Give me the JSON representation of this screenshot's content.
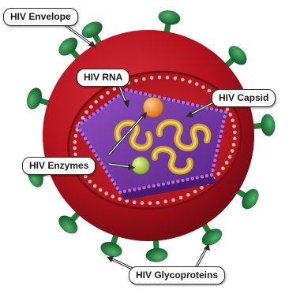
{
  "labels": {
    "envelope": "HIV Envelope",
    "rna": "HIV RNA",
    "capsid": "HIV Capsid",
    "enzymes": "HIV Enzymes",
    "glycoproteins": "HIV Glycoproteins"
  },
  "colors": {
    "envelope": "#b3121d",
    "envelope_dark": "#6e0a12",
    "envelope_interior": "#c41e2a",
    "capsid": "#7a3aa8",
    "capsid_dots": "#a05cc8",
    "rna": "#c9a227",
    "enzyme_orange": "#e8862a",
    "enzyme_green": "#a8c83a",
    "glycoprotein": "#1f7a3a",
    "membrane_beads": "#f0b8a8"
  }
}
